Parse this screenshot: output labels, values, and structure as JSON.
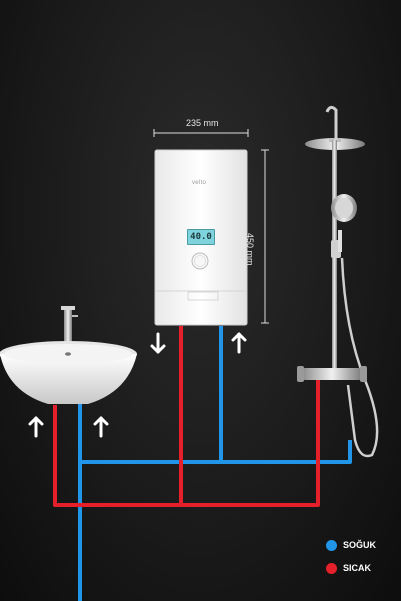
{
  "dimensions": {
    "width_label": "235 mm",
    "height_label": "450 mm"
  },
  "heater": {
    "brand": "velto",
    "display_value": "40.0"
  },
  "legend": {
    "items": [
      {
        "label": "SOĞUK",
        "color": "#2196e8"
      },
      {
        "label": "SICAK",
        "color": "#e5202a"
      }
    ]
  },
  "colors": {
    "cold_pipe": "#2196e8",
    "hot_pipe": "#e5202a",
    "background": "#1b1b1b"
  },
  "icons": [
    "arrow-down-icon",
    "arrow-up-icon"
  ]
}
